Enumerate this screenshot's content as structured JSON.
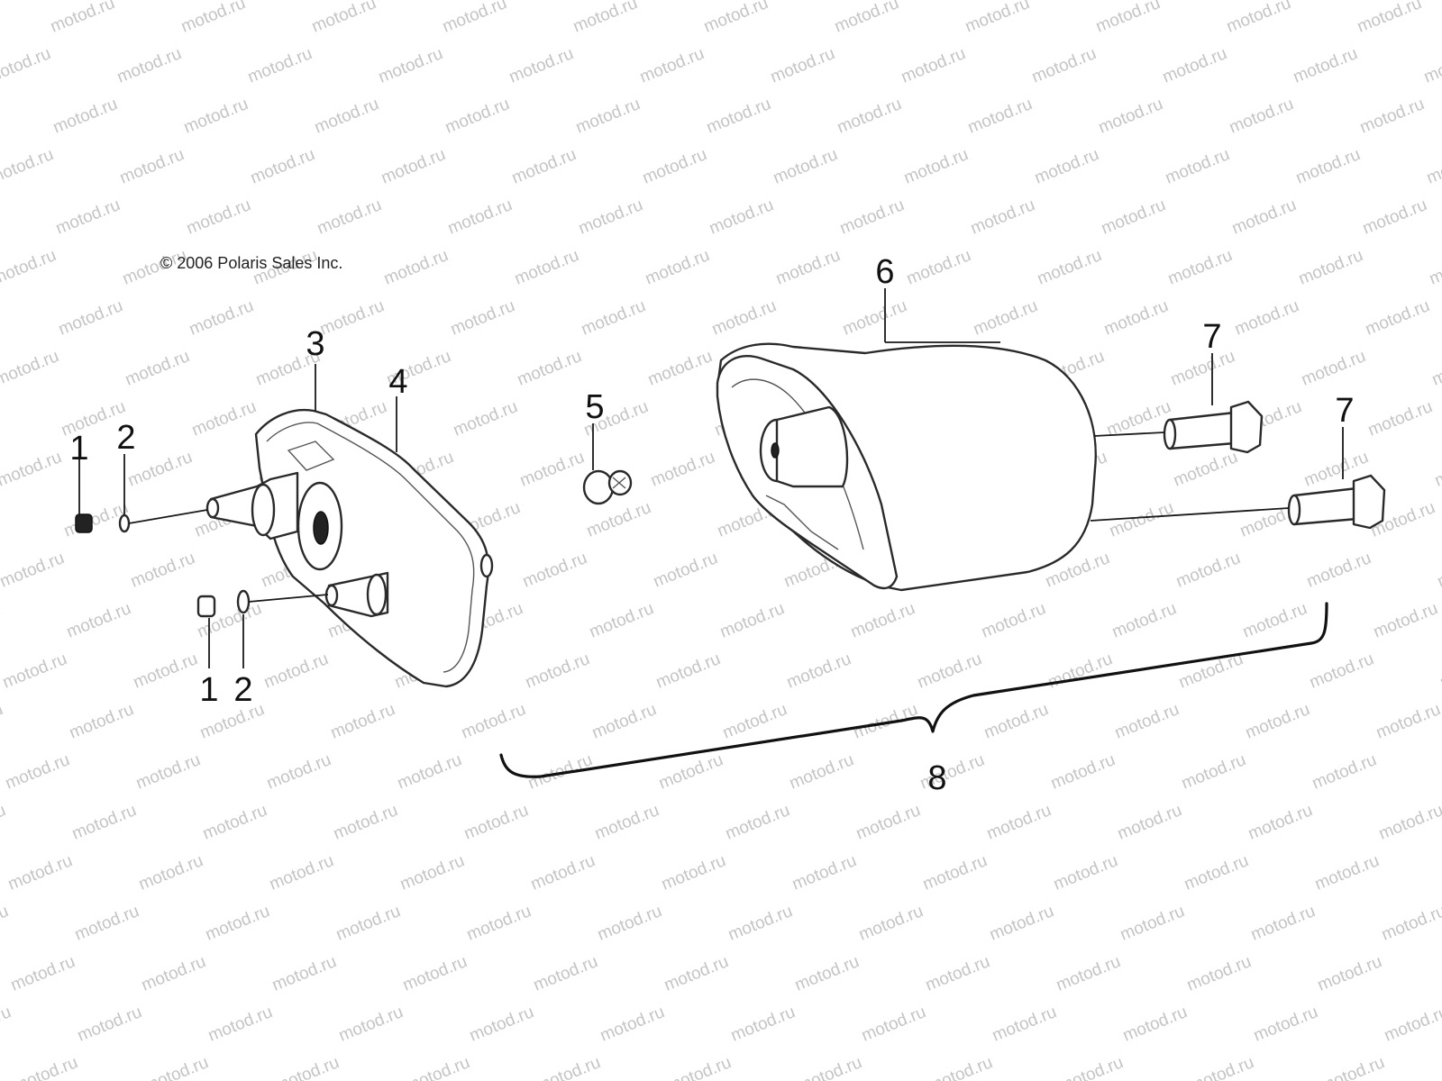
{
  "copyright": "© 2006 Polaris Sales Inc.",
  "watermark": "motod.ru",
  "callouts": {
    "c1a": "1",
    "c2a": "2",
    "c1b": "1",
    "c2b": "2",
    "c3": "3",
    "c4": "4",
    "c5": "5",
    "c6": "6",
    "c7a": "7",
    "c7b": "7",
    "c8": "8"
  }
}
